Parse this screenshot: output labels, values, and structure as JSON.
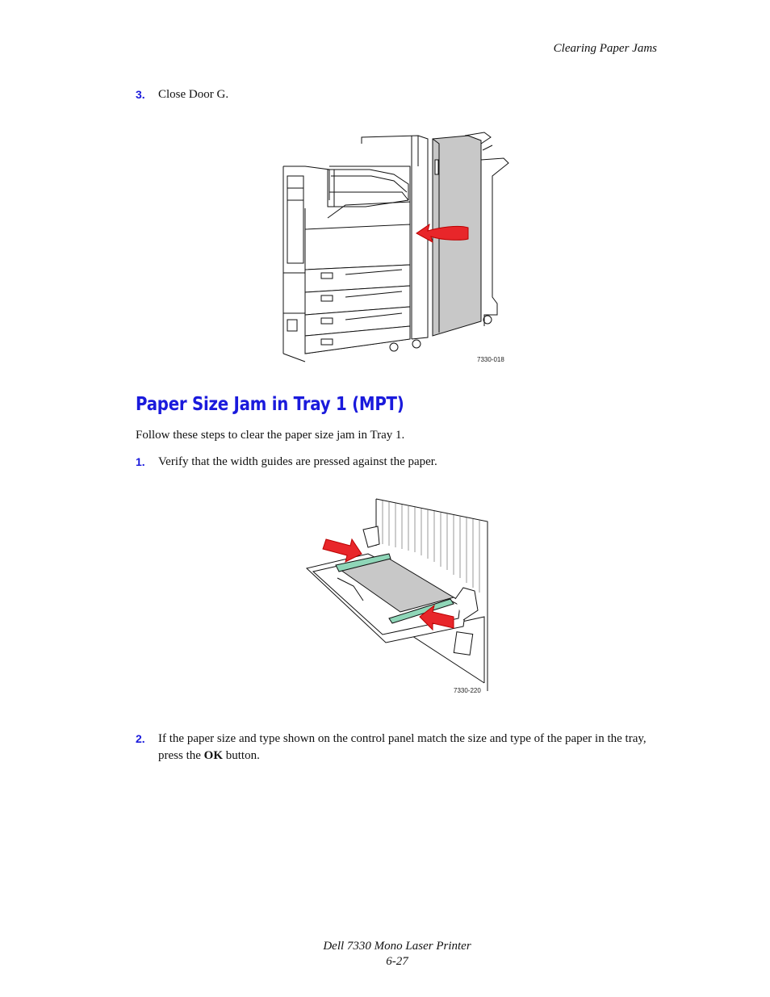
{
  "header": {
    "running_title": "Clearing Paper Jams"
  },
  "steps_top": [
    {
      "number": "3.",
      "text": "Close Door G."
    }
  ],
  "figure1": {
    "code": "7330-018"
  },
  "section": {
    "title": "Paper Size Jam in Tray 1 (MPT)",
    "intro": "Follow these steps to clear the paper size jam in Tray 1."
  },
  "steps_section": [
    {
      "number": "1.",
      "text": "Verify that the width guides are pressed against the paper."
    },
    {
      "number": "2.",
      "text_before": "If the paper size and type shown on the control panel match the size and type of the paper in the tray, press the ",
      "bold": "OK",
      "text_after": " button."
    }
  ],
  "figure2": {
    "code": "7330-220"
  },
  "footer": {
    "product": "Dell 7330 Mono Laser Printer",
    "page": "6-27"
  },
  "colors": {
    "accent_blue": "#1a1adc",
    "arrow_red": "#e8262a",
    "guide_green": "#8fd6b8",
    "door_gray": "#c8c8c8"
  }
}
